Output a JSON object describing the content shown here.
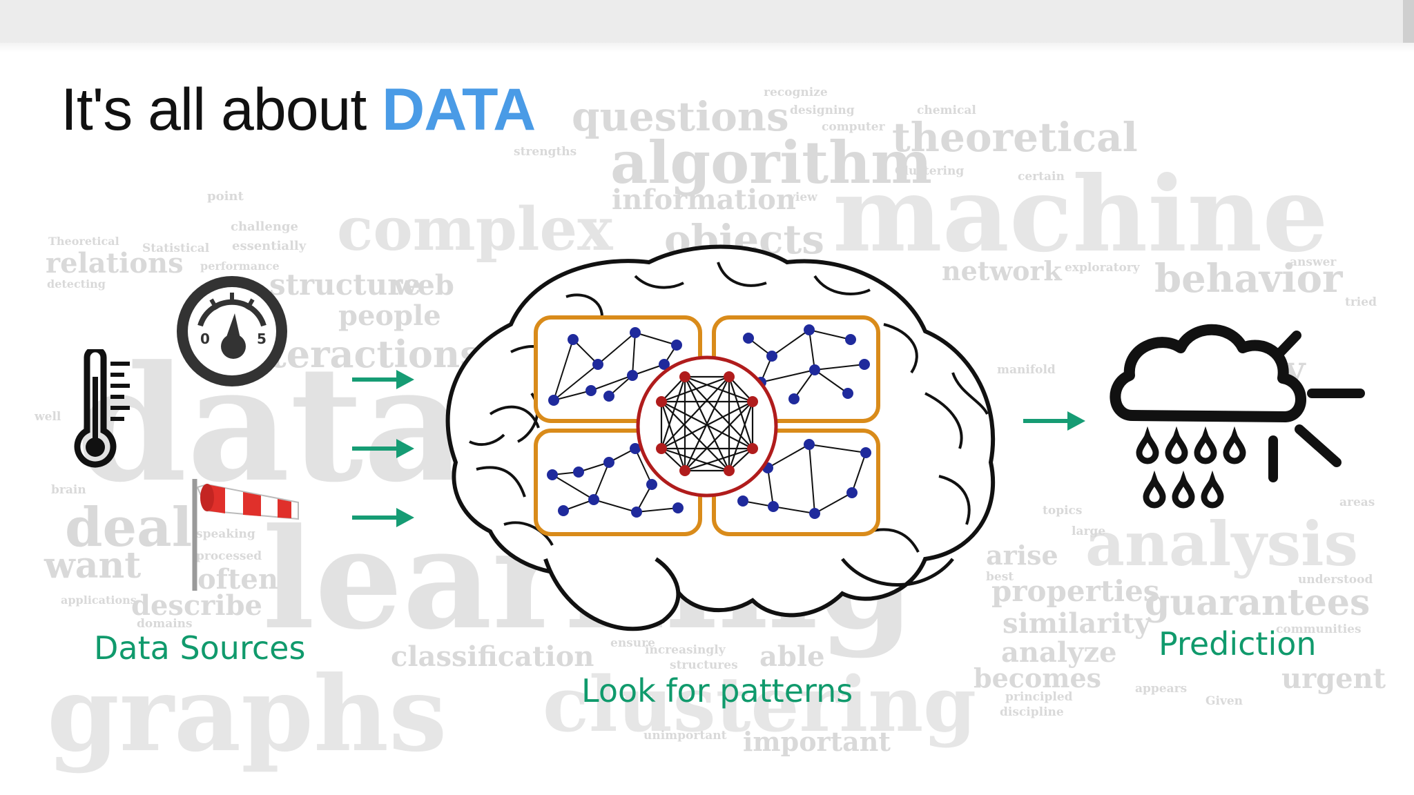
{
  "title": {
    "prefix": "It's all about ",
    "accent": "DATA"
  },
  "labels": {
    "sources": "Data Sources",
    "patterns": "Look for patterns",
    "prediction": "Prediction"
  },
  "gauge": {
    "min_label": "0",
    "max_label": "5"
  },
  "colors": {
    "accent_blue": "#4a9be6",
    "label_green": "#109a6c",
    "arrow_green": "#169c74",
    "box_orange": "#d98b1a",
    "node_blue": "#1f2a9c",
    "node_red": "#b01c1c",
    "word_cloud_gray": "#d9d9d9"
  },
  "icons": [
    "thermometer-icon",
    "gauge-icon",
    "windsock-icon",
    "brain-icon",
    "neural-network-icon",
    "rain-cloud-sun-icon"
  ],
  "word_cloud": [
    "questions",
    "algorithm",
    "theoretical",
    "machine",
    "complex",
    "objects",
    "information",
    "relations",
    "network",
    "behavior",
    "structure",
    "interactions",
    "people",
    "data",
    "learning",
    "graphs",
    "deal",
    "want",
    "describe",
    "analysis",
    "guarantees",
    "properties",
    "similarity",
    "analyze",
    "becomes",
    "urgent",
    "clustering",
    "classification",
    "able",
    "important",
    "arise",
    "theory",
    "recognize",
    "designing",
    "chemical",
    "computer",
    "strengths",
    "Clustering",
    "certain",
    "view",
    "point",
    "challenge",
    "essentially",
    "performance",
    "detecting",
    "Statistical",
    "Theoretical",
    "exploratory",
    "answer",
    "often",
    "processed",
    "speaking",
    "domains",
    "applications",
    "discipline",
    "principled",
    "appears",
    "Given",
    "unimportant",
    "structures",
    "understood",
    "communities",
    "manifold",
    "topics",
    "large",
    "best",
    "areas",
    "ensure",
    "increasingly",
    "well",
    "brain",
    "tried",
    "web"
  ]
}
